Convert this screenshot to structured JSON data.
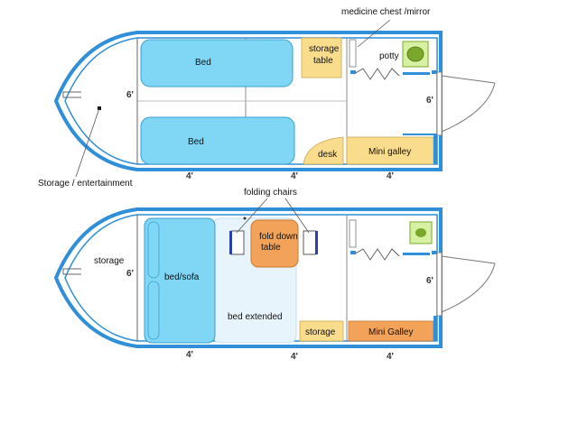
{
  "colors": {
    "hull": "#2f8fd8",
    "hull_fill": "#ffffff",
    "bed": "#7fd6f5",
    "bed_extended": "#e8f4fc",
    "tan": "#f9dc8c",
    "orange": "#f2a259",
    "potty_bg": "#d6f1a1",
    "potty_seat": "#7aa82a",
    "line": "#555555"
  },
  "plan_top": {
    "bed_top": "Bed",
    "bed_bottom": "Bed",
    "storage_table": [
      "storage",
      "table"
    ],
    "potty": "potty",
    "desk": "desk",
    "mini_galley": "Mini galley",
    "callout_medicine": "medicine chest /mirror",
    "callout_storage": "Storage / entertainment",
    "dim_height": "6'",
    "dim_height_rear": "6'",
    "dims_bottom": [
      "4'",
      "4'",
      "4'"
    ]
  },
  "plan_bottom": {
    "callout_chairs": "folding chairs",
    "storage_bow": "storage",
    "bed_sofa": "bed/sofa",
    "fold_table": [
      "fold down",
      "table"
    ],
    "bed_extended": "bed extended",
    "storage": "storage",
    "mini_galley": "Mini Galley",
    "dim_height": "6'",
    "dim_height_rear": "6'",
    "dims_bottom": [
      "4'",
      "4'",
      "4'"
    ]
  }
}
